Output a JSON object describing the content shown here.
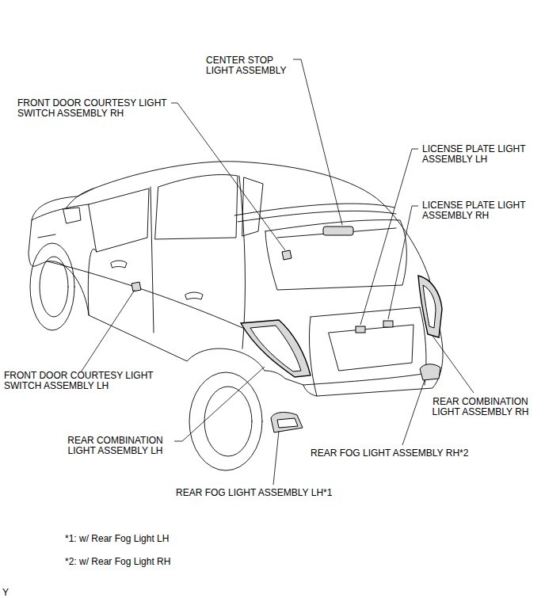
{
  "diagram": {
    "labels": [
      "CENTER STOP LIGHT ASSEMBLY",
      "FRONT DOOR COURTESY LIGHT SWITCH ASSEMBLY RH",
      "LICENSE PLATE LIGHT ASSEMBLY LH",
      "LICENSE PLATE LIGHT ASSEMBLY RH",
      "FRONT DOOR COURTESY LIGHT SWITCH ASSEMBLY LH",
      "REAR COMBINATION LIGHT ASSEMBLY RH",
      "REAR COMBINATION LIGHT ASSEMBLY LH",
      "REAR FOG LIGHT ASSEMBLY RH*2",
      "REAR FOG LIGHT ASSEMBLY LH*1",
      "*1: w/ Rear Fog Light LH",
      "*2: w/ Rear Fog Light RH",
      "Y"
    ]
  }
}
